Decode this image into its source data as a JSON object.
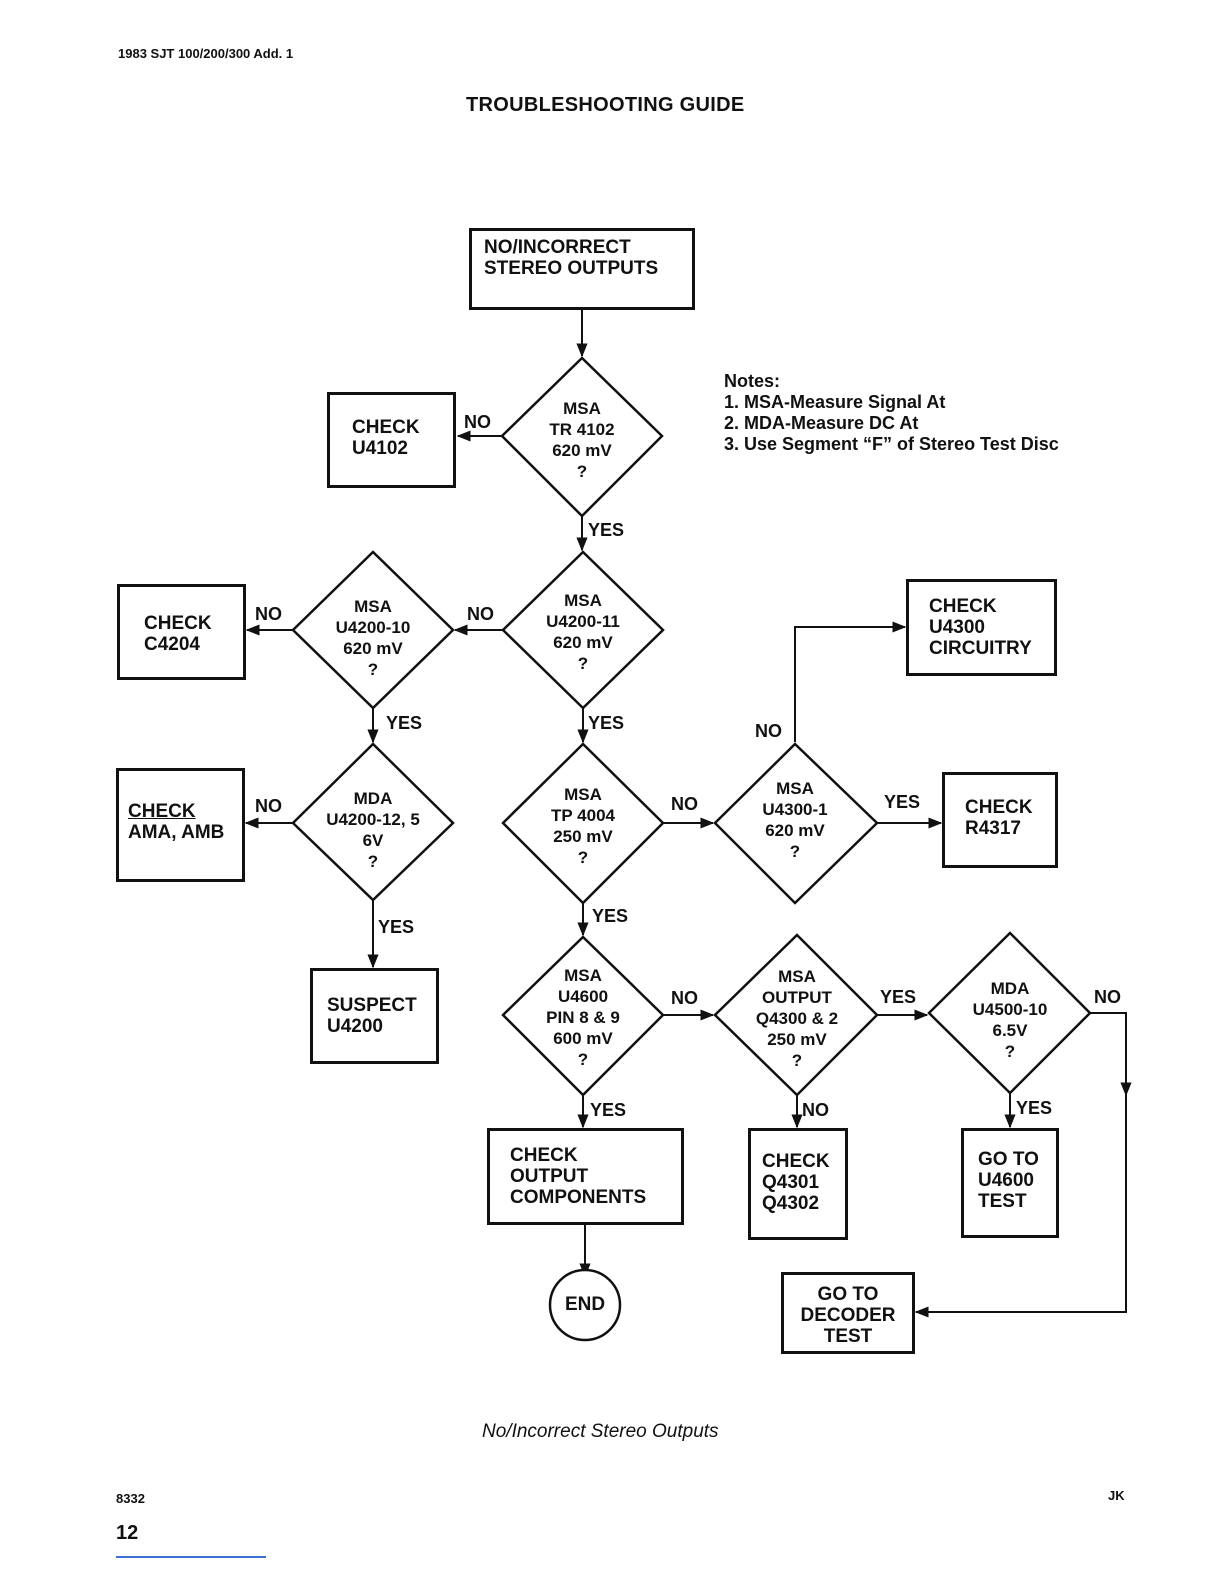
{
  "header": {
    "doc_id": "1983 SJT 100/200/300 Add. 1",
    "title": "TROUBLESHOOTING GUIDE"
  },
  "notes": {
    "heading": "Notes:",
    "items": [
      "1. MSA-Measure Signal At",
      "2. MDA-Measure DC At",
      "3. Use Segment “F” of Stereo Test Disc"
    ]
  },
  "nodes": {
    "start": [
      "NO/INCORRECT",
      "STEREO OUTPUTS"
    ],
    "check_u4102": [
      "CHECK",
      "U4102"
    ],
    "d_tr4102": [
      "MSA",
      "TR 4102",
      "620 mV",
      "?"
    ],
    "d_u4200_11": [
      "MSA",
      "U4200-11",
      "620 mV",
      "?"
    ],
    "d_u4200_10": [
      "MSA",
      "U4200-10",
      "620 mV",
      "?"
    ],
    "check_c4204": [
      "CHECK",
      "C4204"
    ],
    "d_u4200_12": [
      "MDA",
      "U4200-12, 5",
      "6V",
      "?"
    ],
    "check_ama": [
      "CHECK",
      "AMA, AMB"
    ],
    "suspect_u4200": [
      "SUSPECT",
      "U4200"
    ],
    "d_tp4004": [
      "MSA",
      "TP 4004",
      "250 mV",
      "?"
    ],
    "d_u4300_1": [
      "MSA",
      "U4300-1",
      "620 mV",
      "?"
    ],
    "check_u4300": [
      "CHECK",
      "U4300",
      "CIRCUITRY"
    ],
    "check_r4317": [
      "CHECK",
      "R4317"
    ],
    "d_u4600": [
      "MSA",
      "U4600",
      "PIN 8 & 9",
      "600 mV",
      "?"
    ],
    "d_q4300": [
      "MSA",
      "OUTPUT",
      "Q4300 & 2",
      "250 mV",
      "?"
    ],
    "d_u4500": [
      "MDA",
      "U4500-10",
      "6.5V",
      "?"
    ],
    "check_output": [
      "CHECK",
      "OUTPUT",
      "COMPONENTS"
    ],
    "check_q4301": [
      "CHECK",
      "Q4301",
      "Q4302"
    ],
    "goto_u4600": [
      "GO TO",
      "U4600",
      "TEST"
    ],
    "end": "END",
    "goto_decoder": [
      "GO TO",
      "DECODER",
      "TEST"
    ]
  },
  "labels": {
    "l1": "NO",
    "l2": "YES",
    "l3": "NO",
    "l4": "NO",
    "l5": "YES",
    "l6": "YES",
    "l7": "NO",
    "l8": "NO",
    "l9": "NO",
    "l10": "YES",
    "l11": "YES",
    "l12": "YES",
    "l13": "NO",
    "l14": "YES",
    "l15": "NO",
    "l16": "YES",
    "l17": "NO"
  },
  "caption": "No/Incorrect Stereo Outputs",
  "footer": {
    "code": "8332",
    "initials": "JK",
    "page": "12"
  }
}
